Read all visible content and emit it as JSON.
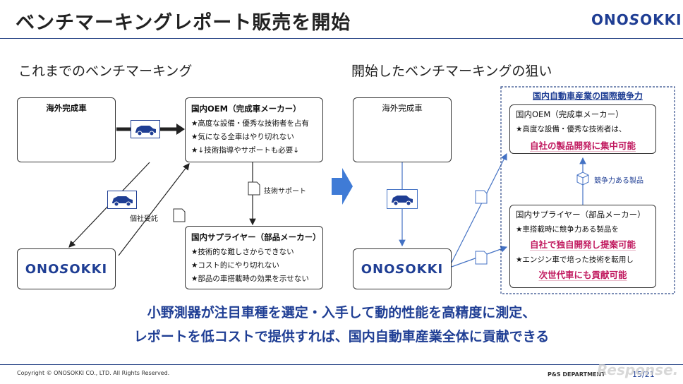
{
  "header": {
    "title": "ベンチマーキングレポート販売を開始",
    "logo_left": "ONO",
    "logo_mid": "S",
    "logo_right": "OKKI"
  },
  "left": {
    "heading": "これまでのベンチマーキング",
    "overseas_box": "海外完成車",
    "oem_box": {
      "title": "国内OEM（完成車メーカー）",
      "lines": [
        "★高度な設備・優秀な技術者を占有",
        "★気になる全車はやり切れない",
        "★↓技術指導やサポートも必要↓"
      ]
    },
    "supplier_box": {
      "title": "国内サプライヤー（部品メーカー）",
      "lines": [
        "★技術的な難しさからできない",
        "★コスト的にやり切れない",
        "★部品の車搭載時の効果を示せない"
      ]
    },
    "label_commission": "個社受託",
    "label_support": "技術サポート"
  },
  "right": {
    "heading": "開始したベンチマーキングの狙い",
    "overseas_box": "海外完成車",
    "group_title": "国内自動車産業の国際競争力",
    "oem_box": {
      "title": "国内OEM（完成車メーカー）",
      "line": "★高度な設備・優秀な技術者は、",
      "highlight": "自社の製品開発に集中可能"
    },
    "label_competitive": "競争力ある製品",
    "supplier_box": {
      "title": "国内サプライヤー（部品メーカー）",
      "line1": "★車搭載時に競争力ある製品を",
      "highlight1": "自社で独自開発し提案可能",
      "line2": "★エンジン車で培った技術を転用し",
      "highlight2": "次世代車にも貢献可能"
    }
  },
  "tagline": {
    "line1": "小野測器が注目車種を選定・入手して動的性能を高精度に測定、",
    "line2": "レポートを低コストで提供すれば、国内自動車産業全体に貢献できる"
  },
  "footer": {
    "copyright": "Copyright © ONOSOKKI CO., LTD. All Rights Reserved.",
    "department": "P&S DEPARTMENT",
    "page": "15/21",
    "watermark": "Response."
  },
  "colors": {
    "accent": "#1f3e94",
    "highlight": "#c0185e",
    "arrow": "#4472c4"
  }
}
